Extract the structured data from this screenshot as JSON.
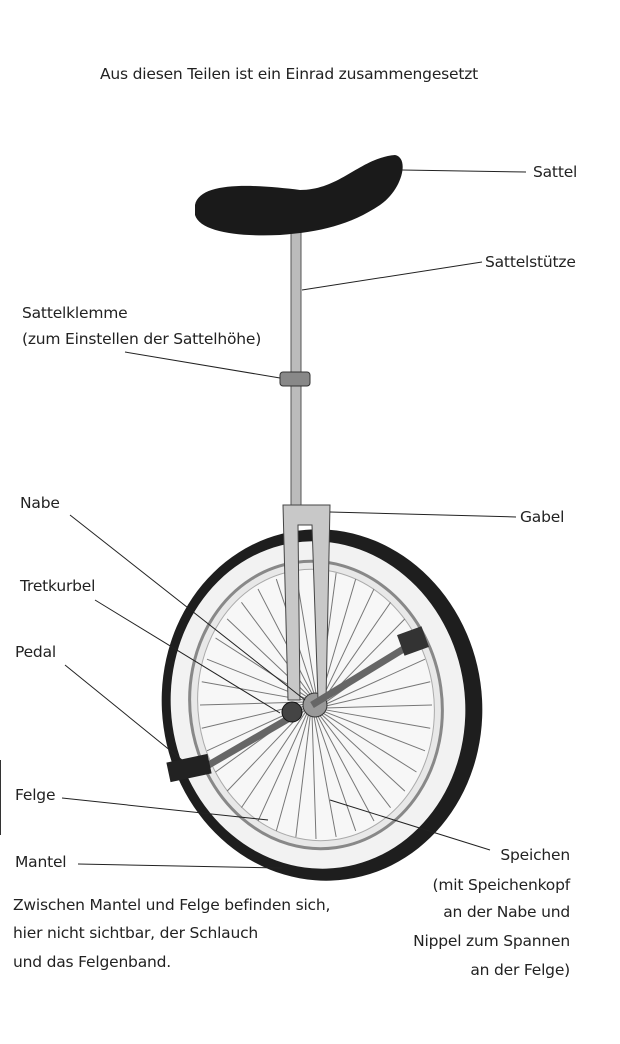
{
  "title": "Aus diesen Teilen ist ein Einrad zusammengesetzt",
  "labels": {
    "sattel": "Sattel",
    "sattelstuetze": "Sattelstütze",
    "sattelklemme": "Sattelklemme",
    "sattelklemme_note": "(zum Einstellen der Sattelhöhe)",
    "nabe": "Nabe",
    "gabel": "Gabel",
    "tretkurbel": "Tretkurbel",
    "pedal": "Pedal",
    "felge": "Felge",
    "mantel": "Mantel",
    "speichen": "Speichen",
    "speichen_note": [
      "(mit Speichenkopf",
      "an der Nabe und",
      "Nippel zum Spannen",
      "an der Felge)"
    ]
  },
  "note": [
    "Zwischen Mantel und Felge befinden sich,",
    "hier nicht sichtbar, der Schlauch",
    "und das Felgenband."
  ]
}
